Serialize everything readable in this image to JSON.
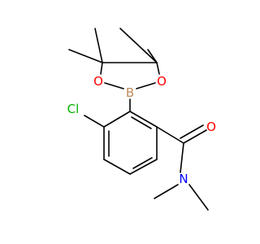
{
  "molecule": {
    "atoms": {
      "chlorine": "Cl",
      "boron": "B",
      "oxygen_left": "O",
      "oxygen_right": "O",
      "carbonyl_oxygen": "O",
      "nitrogen": "N"
    },
    "colors": {
      "bond": "#000000",
      "chlorine": "#00b300",
      "boron": "#c08a5a",
      "oxygen": "#ff0000",
      "nitrogen": "#0000ff"
    }
  }
}
